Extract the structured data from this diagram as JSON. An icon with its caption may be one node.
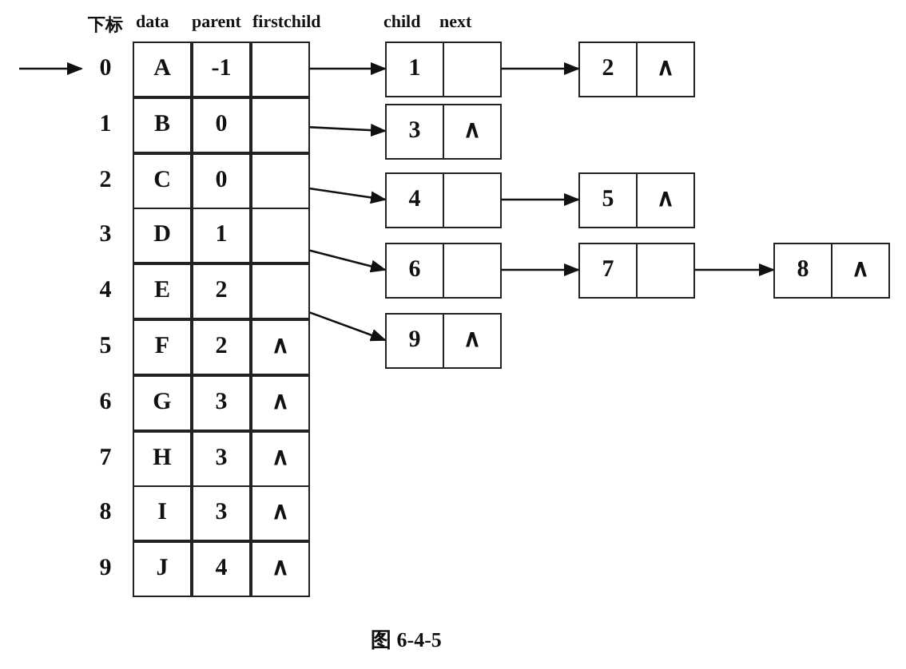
{
  "diagram": {
    "caption": "图 6-4-5",
    "nodes": [
      {
        "text": [
          "0",
          "A",
          "-1"
        ]
      },
      {
        "text": [
          "1",
          "B",
          "0"
        ]
      },
      {
        "text": [
          "2",
          "C",
          "0"
        ]
      },
      {
        "text": [
          "3",
          "D",
          "1"
        ]
      },
      {
        "text": [
          "4",
          "E",
          "2"
        ]
      },
      {
        "text": [
          "5",
          "F",
          "2",
          "∧"
        ]
      },
      {
        "text": [
          "6",
          "G",
          "3",
          "∧"
        ]
      },
      {
        "text": [
          "7",
          "H",
          "3",
          "∧"
        ]
      },
      {
        "text": [
          "8",
          "I",
          "3",
          "∧"
        ]
      },
      {
        "text": [
          "9",
          "J",
          "4",
          "∧"
        ]
      },
      {
        "text": [
          "1"
        ]
      },
      {
        "text": [
          "2",
          "∧"
        ]
      },
      {
        "text": [
          "3",
          "∧"
        ]
      },
      {
        "text": [
          "4"
        ]
      },
      {
        "text": [
          "5",
          "∧"
        ]
      },
      {
        "text": [
          "6"
        ]
      },
      {
        "text": [
          "7"
        ]
      },
      {
        "text": [
          "8",
          "∧"
        ]
      },
      {
        "text": [
          "9",
          "∧"
        ]
      }
    ],
    "edges": [
      {
        "from": null,
        "to": 0,
        "arrow": "to"
      },
      {
        "from": 0,
        "to": 10,
        "arrow": "to"
      },
      {
        "from": 10,
        "to": 11,
        "arrow": "to"
      },
      {
        "from": 1,
        "to": 12,
        "arrow": "to"
      },
      {
        "from": 2,
        "to": 13,
        "arrow": "to"
      },
      {
        "from": 13,
        "to": 14,
        "arrow": "to"
      },
      {
        "from": 3,
        "to": 15,
        "arrow": "to"
      },
      {
        "from": 15,
        "to": 16,
        "arrow": "to"
      },
      {
        "from": 16,
        "to": 17,
        "arrow": "to"
      },
      {
        "from": 4,
        "to": 18,
        "arrow": "to"
      }
    ],
    "labels": [
      "下标",
      "data",
      "parent",
      "firstchild",
      "child",
      "next"
    ]
  }
}
